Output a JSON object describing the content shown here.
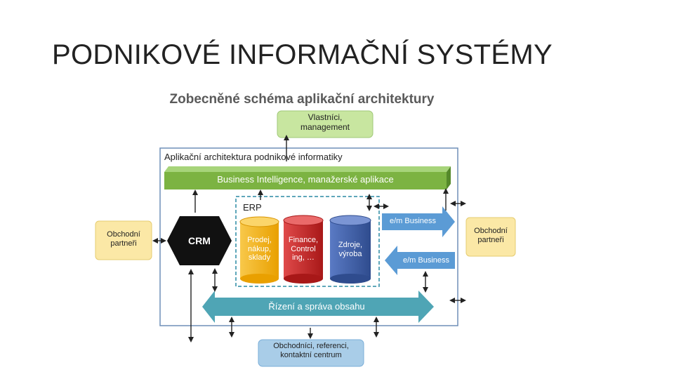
{
  "slide": {
    "title": "PODNIKOVÉ INFORMAČNÍ SYSTÉMY"
  },
  "diagram": {
    "title": "Zobecněné schéma aplikační architektury",
    "owners": "Vlastníci, management",
    "frame_title": "Aplikační architektura podnikové informatiky",
    "bi_bar": "Business Intelligence, manažerské aplikace",
    "erp_label": "ERP",
    "crm": "CRM",
    "partners_left": "Obchodní partneři",
    "partners_right": "Obchodní partneři",
    "db_sales": [
      "Prodej,",
      "nákup,",
      "sklady"
    ],
    "db_finance": [
      "Finance,",
      "Control",
      "ing, …"
    ],
    "db_resources": [
      "Zdroje,",
      "výroba"
    ],
    "ebusiness_out": "e/m Business",
    "ebusiness_in": "e/m Business",
    "content_mgmt": "Řízení a správa obsahu",
    "contact_center": "Obchodníci, referenci, kontaktní centrum"
  },
  "colors": {
    "green_box": "#c8e6a0",
    "green_bar": "#7cb342",
    "yellow_box": "#fbe8a6",
    "blue_arrow": "#5b9bd5",
    "teal_arrow": "#4fa5b5",
    "blue_box": "#a9cde8",
    "db_yellow": "#f6b41c",
    "db_red": "#c62828",
    "db_blue": "#3f5fa8",
    "frame": "#6f8fb8",
    "erp_border": "#2a8aa3"
  }
}
